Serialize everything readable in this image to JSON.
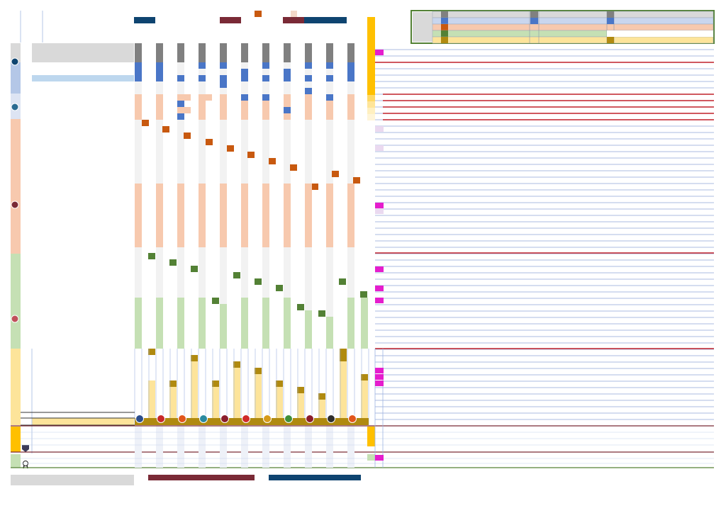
{
  "colors": {
    "navy": "#0e4470",
    "maroon": "#7a2a36",
    "orange": "#c8590f",
    "peach": "#f7c9ae",
    "pale_peach": "#f3d8c8",
    "gold": "#ffc000",
    "gold_dark": "#b08a10",
    "yellow_light": "#fde49a",
    "olive": "#538135",
    "green_light": "#c5e0b4",
    "blue": "#4a76c7",
    "blue_light": "#b4c7e7",
    "gray": "#808080",
    "gray_light": "#d9d9d9",
    "track": "#f2f2f2",
    "magenta": "#e51dcd",
    "red_line": "#c0202a",
    "grid_line": "#8fa5d6"
  },
  "legend_rows": [
    {
      "color": "gray"
    },
    {
      "color": "blue"
    },
    {
      "color": "orange"
    },
    {
      "color": "olive"
    },
    {
      "color": "gold_dark"
    }
  ],
  "lane_icons": [
    {
      "icon": "navy-circle-icon"
    },
    {
      "icon": "blue-circle-icon"
    },
    {
      "icon": "maroon-circle-icon"
    },
    {
      "icon": "rose-circle-icon"
    },
    {
      "icon": "shield-icon"
    },
    {
      "icon": "ribbon-icon"
    }
  ],
  "column_badges": [
    {
      "icon": "blue-badge-icon"
    },
    {
      "icon": "red-badge-icon"
    },
    {
      "icon": "orange-badge-icon"
    },
    {
      "icon": "teal-badge-icon"
    },
    {
      "icon": "maroon-badge-icon"
    },
    {
      "icon": "red-badge-icon"
    },
    {
      "icon": "striped-badge-icon"
    },
    {
      "icon": "green-badge-icon"
    },
    {
      "icon": "maroon-badge-icon"
    },
    {
      "icon": "dark-badge-icon"
    },
    {
      "icon": "orange-badge-icon"
    }
  ],
  "magenta_markers": [
    0,
    15,
    16,
    22,
    23,
    24,
    25,
    26,
    27,
    29
  ]
}
